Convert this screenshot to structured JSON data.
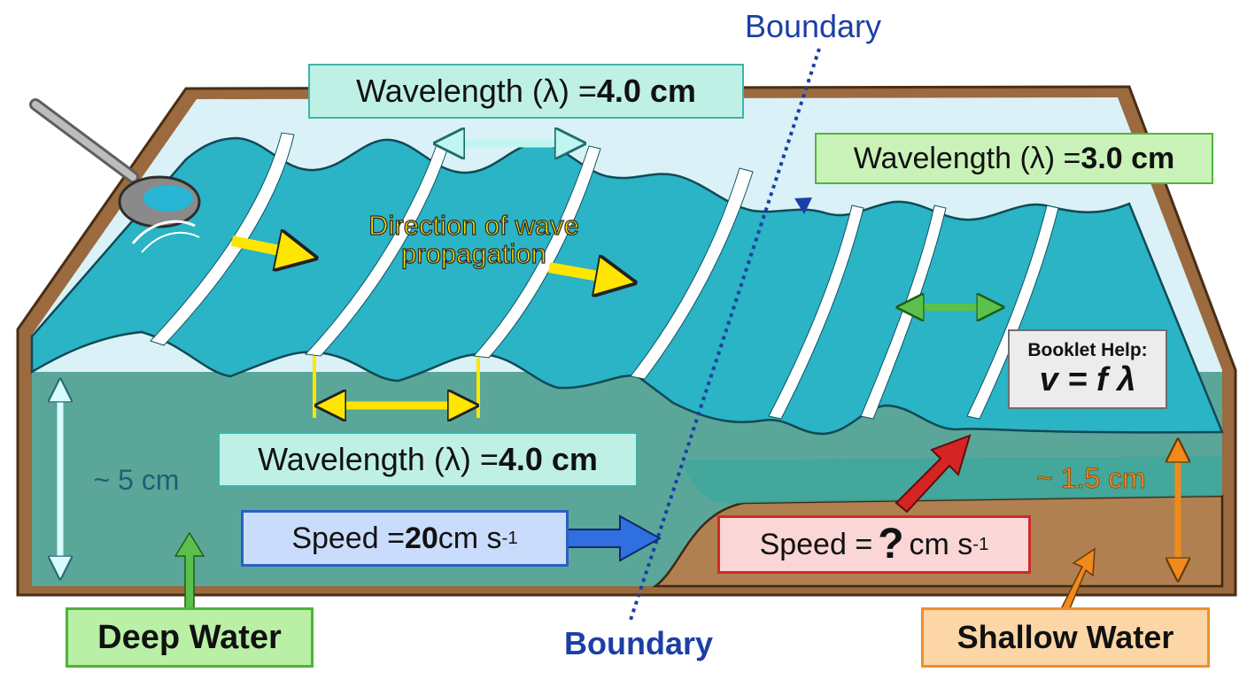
{
  "labels": {
    "wavelength_top": {
      "prefix": "Wavelength (λ) = ",
      "value": "4.0 cm"
    },
    "wavelength_shallow": {
      "prefix": "Wavelength (λ) = ",
      "value": "3.0 cm"
    },
    "wavelength_deep_lower": {
      "prefix": "Wavelength (λ) = ",
      "value": "4.0 cm"
    },
    "direction": {
      "line1": "Direction of wave",
      "line2": "propagation"
    },
    "booklet": {
      "title": "Booklet Help:",
      "formula": "v = f λ"
    },
    "speed_deep": {
      "prefix": "Speed = ",
      "value": "20",
      "unit": " cm s",
      "exp": "-1"
    },
    "speed_shallow": {
      "prefix": "Speed = ",
      "value": "?",
      "unit": " cm s",
      "exp": "-1"
    },
    "depth_deep": "~ 5 cm",
    "depth_shallow": "~ 1.5 cm",
    "boundary_top": "Boundary",
    "boundary_bottom": "Boundary",
    "deep_water": "Deep Water",
    "shallow_water": "Shallow Water"
  },
  "colors": {
    "water_surface": "#2bb3c6",
    "water_deep": "#5aa79a",
    "tank_wall": "#9b6a3e",
    "sand": "#b08050",
    "boundary_line": "#1c3fa6",
    "arrow_yellow": "#ffe600",
    "arrow_blue": "#2f6fe0",
    "arrow_red": "#d42424",
    "arrow_green": "#5cc14a",
    "arrow_orange": "#f08a1c"
  },
  "icons": [
    "water-scoop-icon",
    "direction-arrow-icon",
    "double-arrow-icon",
    "boundary-line-icon"
  ]
}
